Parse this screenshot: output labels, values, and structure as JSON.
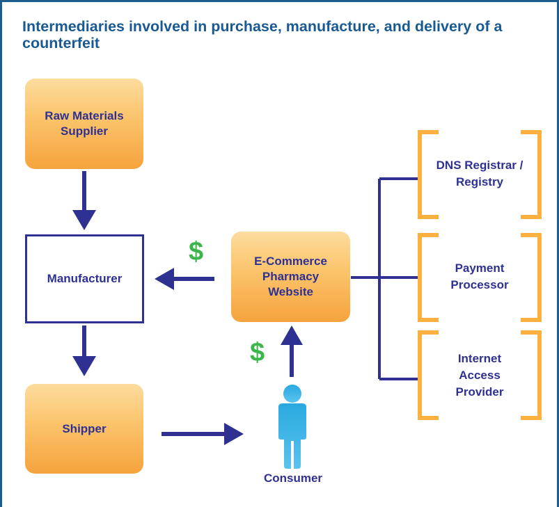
{
  "title": "Intermediaries involved in purchase, manufacture, and delivery of a counterfeit",
  "nodes": {
    "raw_materials": "Raw Materials Supplier",
    "manufacturer": "Manufacturer",
    "shipper": "Shipper",
    "ecommerce": "E-Commerce Pharmacy Website",
    "consumer": "Consumer",
    "dns": "DNS Registrar / Registry",
    "payment": "Payment Processor",
    "internet": "Internet Access Provider"
  },
  "payment_symbols": {
    "to_manufacturer": "$",
    "from_consumer": "$"
  },
  "colors": {
    "title": "#1a5a93",
    "node_text": "#2e3192",
    "arrows": "#2e3192",
    "orange_box": "#fbc36a",
    "bracket": "#fbb040",
    "dollar": "#3cb64b",
    "consumer_icon": "#29a9e0"
  },
  "icons": {
    "consumer": "person-icon"
  }
}
